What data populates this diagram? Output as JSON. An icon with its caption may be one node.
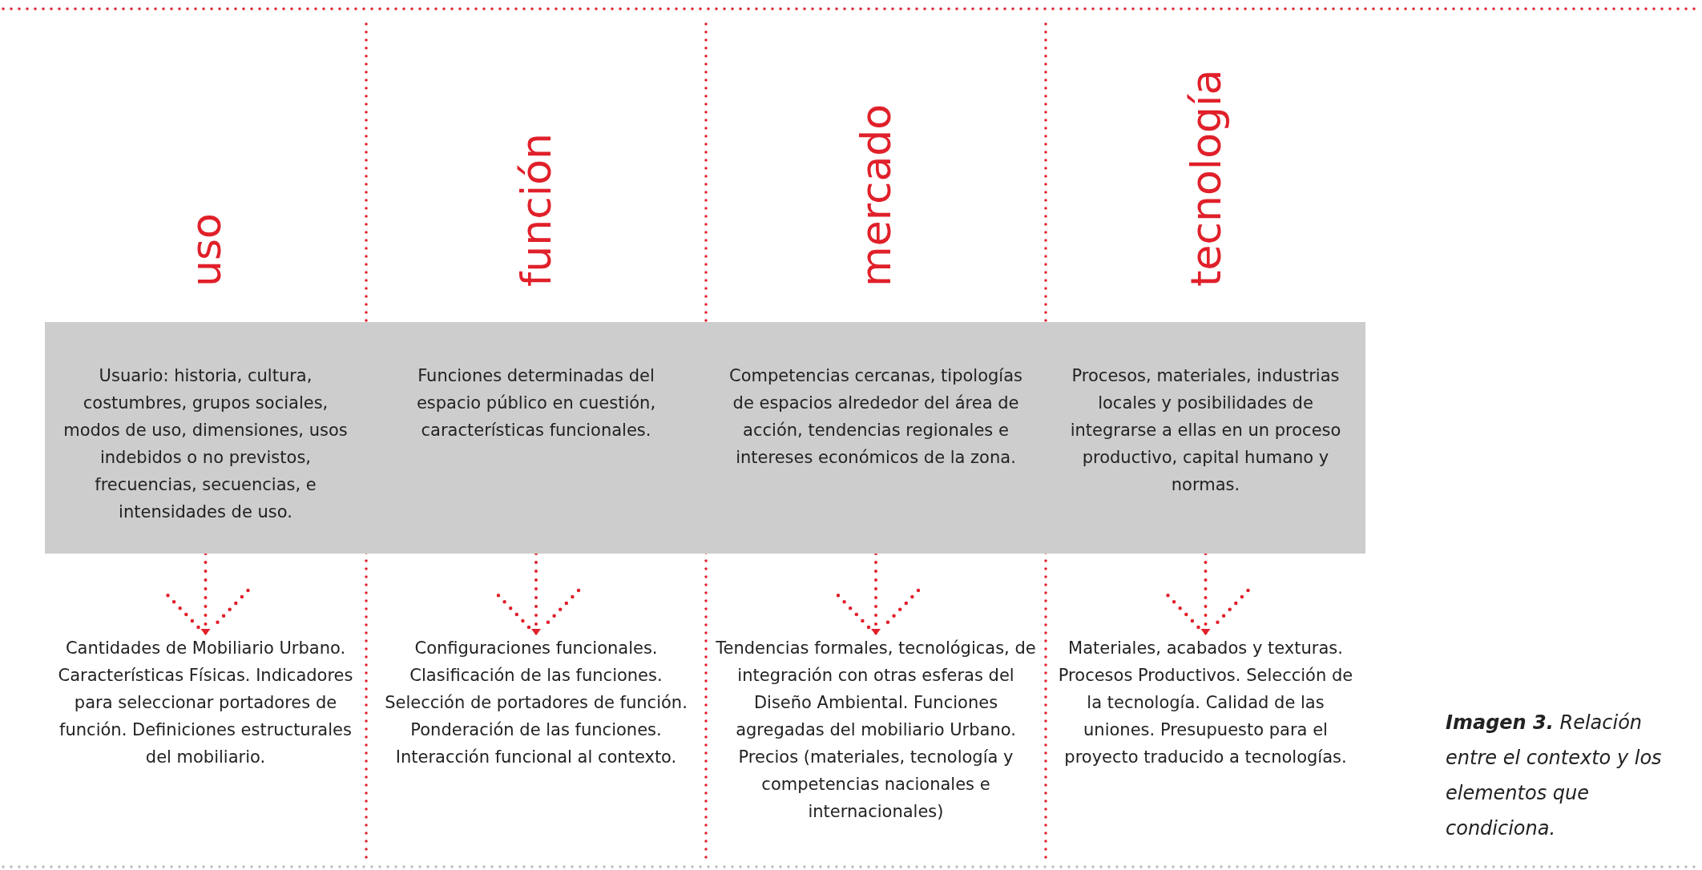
{
  "diagram": {
    "caption": "**Imagen 3.** Relación entre el contexto y los elementos que condiciona.",
    "nodes": [
      {
        "text": [
          "Usuario: historia, cultura, costumbres, grupos sociales, modos de uso, dimensiones, usos indebidos o no previstos, frecuencias, secuencias, e intensidades de uso."
        ],
        "beside": [
          "uso"
        ]
      },
      {
        "text": [
          "Funciones determinadas del espacio público en cuestión, características funcionales."
        ],
        "beside": [
          "función"
        ]
      },
      {
        "text": [
          "Competencias cercanas, tipologías de espacios alrededor del área de acción, tendencias regionales e intereses económicos de la zona."
        ],
        "beside": [
          "mercado"
        ]
      },
      {
        "text": [
          "Procesos, materiales, industrias locales y posibilidades de integrarse a ellas en un proceso productivo, capital humano y normas."
        ],
        "beside": [
          "tecnología"
        ]
      },
      {
        "text": [
          "Cantidades de Mobiliario Urbano. Características Físicas. Indicadores para seleccionar portadores de función. Definiciones estructurales del mobiliario."
        ]
      },
      {
        "text": [
          "Configuraciones funcionales. Clasificación de las funciones. Selección de portadores de función. Ponderación de las funciones. Interacción funcional al contexto."
        ]
      },
      {
        "text": [
          "Tendencias formales, tecnológicas, de integración con otras esferas del Diseño Ambiental. Funciones agregadas del mobiliario Urbano. Precios (materiales, tecnología y competencias nacionales e internacionales)"
        ]
      },
      {
        "text": [
          "Materiales, acabados y texturas. Procesos Productivos. Selección de la tecnología. Calidad de las uniones. Presupuesto para el proyecto traducido a tecnologías."
        ]
      }
    ],
    "edges": [
      {
        "from": 0,
        "to": 4,
        "arrow": "to",
        "style": "dashed"
      },
      {
        "from": 1,
        "to": 5,
        "arrow": "to",
        "style": "dashed"
      },
      {
        "from": 2,
        "to": 6,
        "arrow": "to",
        "style": "dashed"
      },
      {
        "from": 3,
        "to": 7,
        "arrow": "to",
        "style": "dashed"
      }
    ]
  }
}
